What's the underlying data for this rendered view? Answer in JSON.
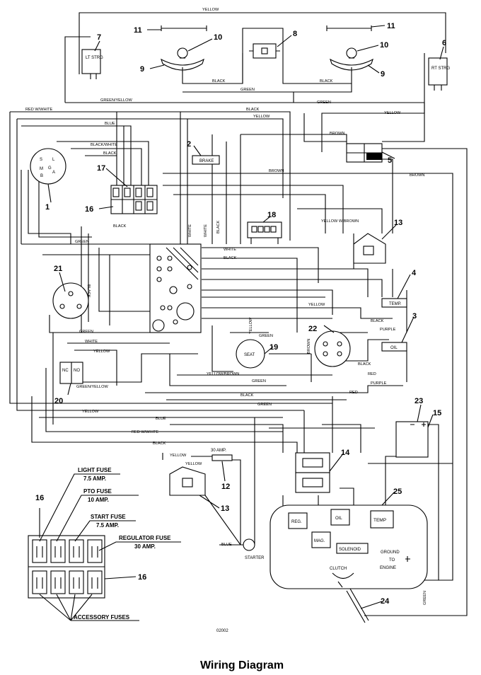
{
  "caption": "Wiring Diagram",
  "drawing_number": "02002",
  "wire_labels": {
    "yellow": "YELLOW",
    "green_yellow": "GREEN/YELLOW",
    "black": "BLACK",
    "green": "GREEN",
    "red_white": "RED W/WHITE",
    "blue": "BLUE",
    "brown": "BROWN",
    "black_white": "BLACK/WHITE",
    "white": "WHITE",
    "yellow_brown": "YELLOW/BROWN",
    "yellow_w_brown": "YELLOW W/BROWN",
    "purple": "PURPLE",
    "red": "RED",
    "red_w_white": "RED W/WHITE",
    "green_yellow_2": "GREEN/YELLOW",
    "yellow_small": "YELLOW"
  },
  "component_labels": {
    "lt_strg": "LT STRG",
    "rt_strg": "RT STRG",
    "brake": "BRAKE",
    "temp": "TEMP.",
    "oil": "OIL",
    "seat": "SEAT",
    "nc": "NC",
    "no": "NO",
    "amp30": "30 AMP.",
    "reg": "REG.",
    "mag": "MAG.",
    "oil_eng": "OIL",
    "temp_eng": "TEMP",
    "solenoid": "SOLENOID",
    "ground_line1": "GROUND",
    "ground_line2": "TO",
    "ground_line3": "ENGINE",
    "clutch": "CLUTCH",
    "starter": "STARTER",
    "black_side": "BLACK",
    "green_side": "GREEN",
    "pin_s": "S",
    "pin_b": "B",
    "pin_g": "G",
    "pin_l": "L",
    "pin_m": "M",
    "pin_a": "A"
  },
  "fuse_labels": {
    "light": "LIGHT FUSE",
    "light_amp": "7.5 AMP.",
    "pto": "PTO FUSE",
    "pto_amp": "10 AMP.",
    "start": "START FUSE",
    "start_amp": "7.5 AMP.",
    "regulator": "REGULATOR FUSE",
    "regulator_amp": "30 AMP.",
    "accessory": "ACCESSORY FUSES"
  },
  "callouts": {
    "n1": "1",
    "n2": "2",
    "n3": "3",
    "n4": "4",
    "n5": "5",
    "n6": "6",
    "n7": "7",
    "n8": "8",
    "n9a": "9",
    "n9b": "9",
    "n10a": "10",
    "n10b": "10",
    "n11a": "11",
    "n11b": "11",
    "n12": "12",
    "n13a": "13",
    "n13b": "13",
    "n14": "14",
    "n15": "15",
    "n16a": "16",
    "n16b": "16",
    "n16c": "16",
    "n17": "17",
    "n18": "18",
    "n19": "19",
    "n20": "20",
    "n21": "21",
    "n22": "22",
    "n23": "23",
    "n24": "24",
    "n25": "25"
  }
}
